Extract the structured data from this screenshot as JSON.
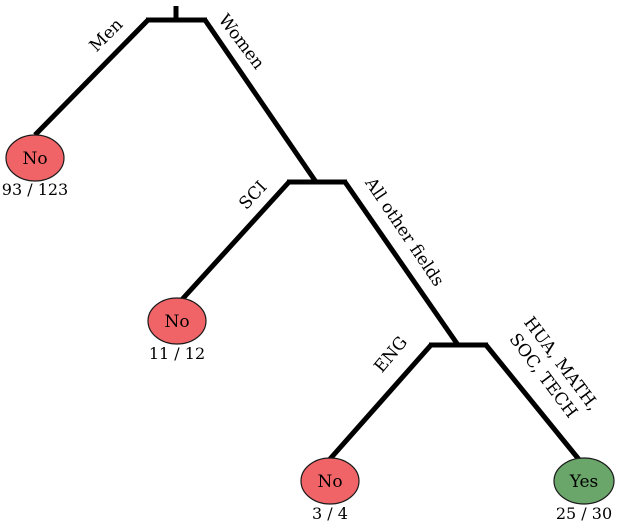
{
  "colors": {
    "no_leaf": "#f06468",
    "yes_leaf": "#6aa56a",
    "edge": "#000000"
  },
  "edges": {
    "men": "Men",
    "women": "Women",
    "sci": "SCI",
    "all_other": "All other fields",
    "eng": "ENG",
    "hua_line1": "HUA, MATH,",
    "hua_line2": "SOC, TECH"
  },
  "leaves": {
    "men": {
      "label": "No",
      "count": "93 / 123",
      "outcome": "no"
    },
    "sci": {
      "label": "No",
      "count": "11 / 12",
      "outcome": "no"
    },
    "eng": {
      "label": "No",
      "count": "3 / 4",
      "outcome": "no"
    },
    "other": {
      "label": "Yes",
      "count": "25 / 30",
      "outcome": "yes"
    }
  }
}
